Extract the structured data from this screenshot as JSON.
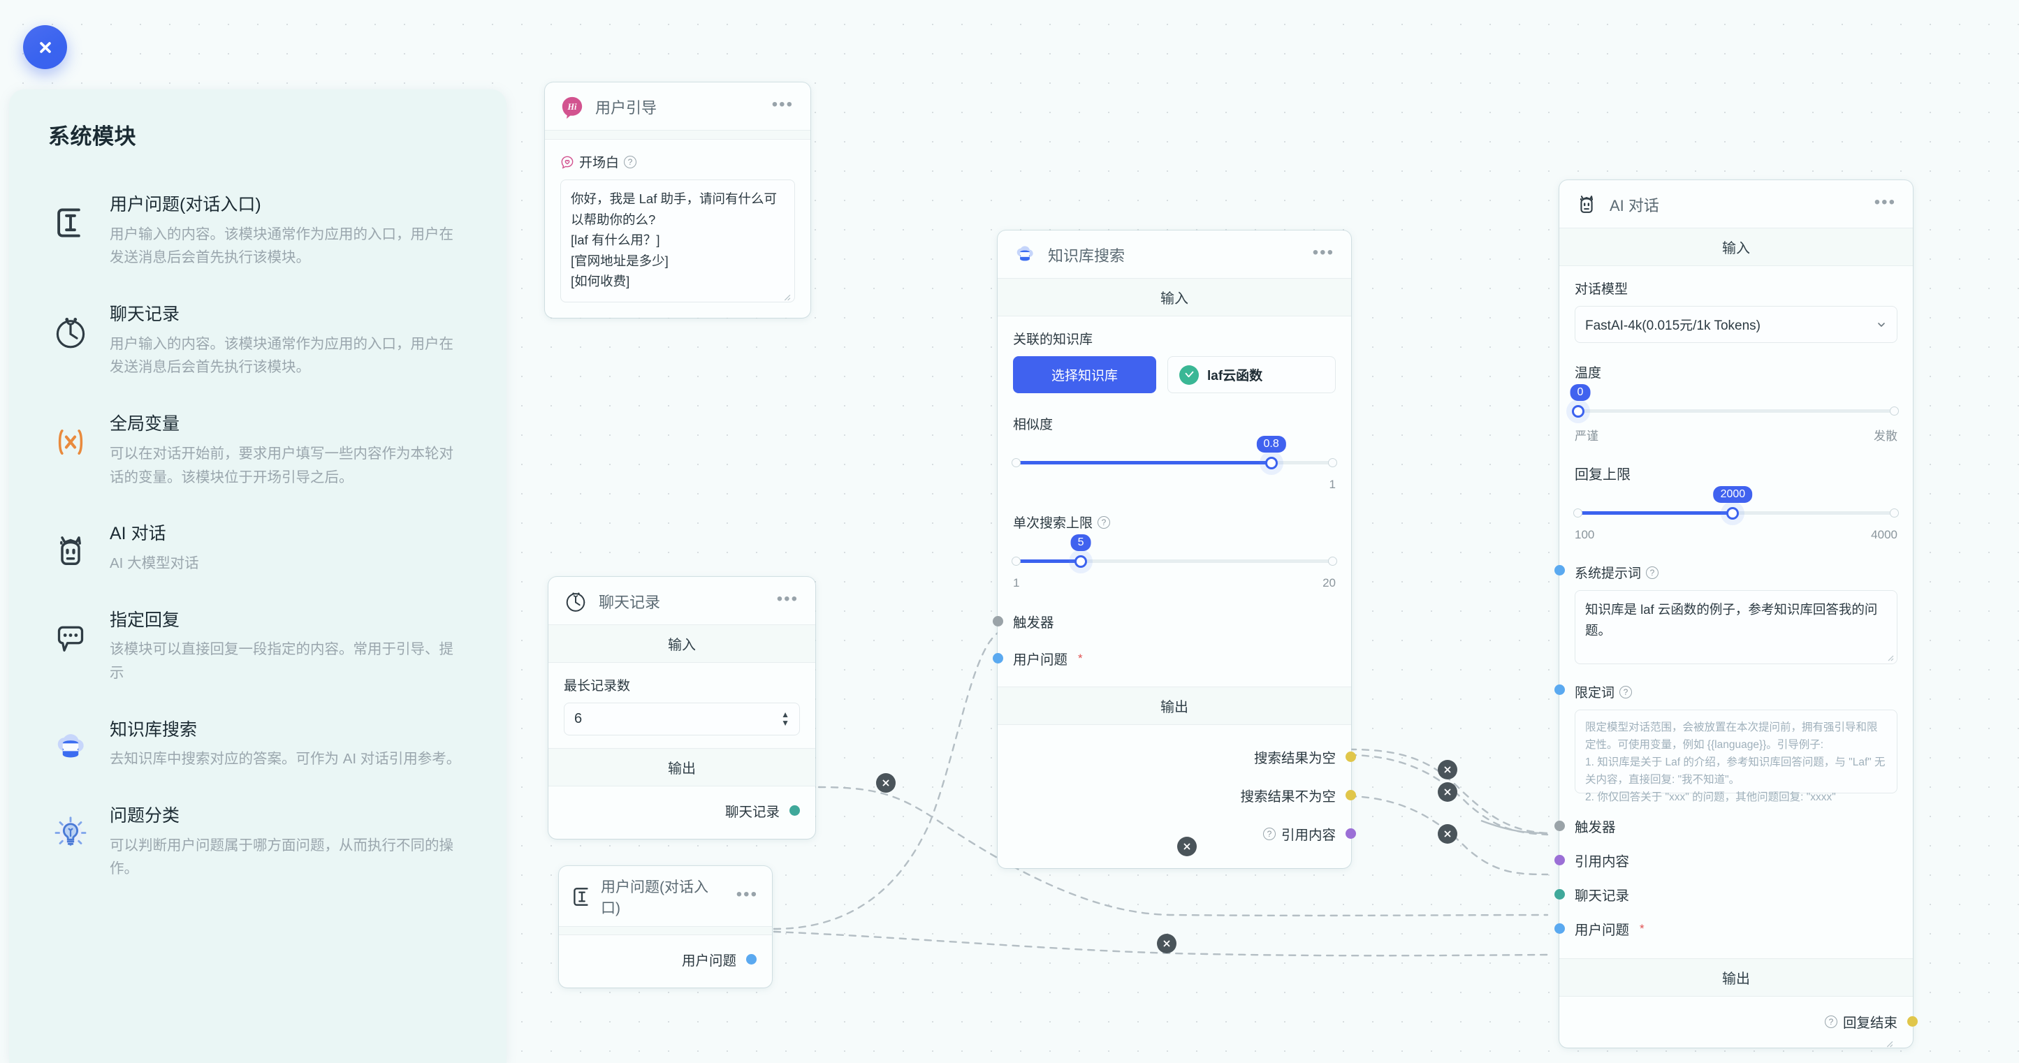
{
  "close_button": {
    "icon": "close-icon"
  },
  "sidebar": {
    "title": "系统模块",
    "items": [
      {
        "icon": "text-cursor-icon",
        "name": "用户问题(对话入口)",
        "desc": "用户输入的内容。该模块通常作为应用的入口，用户在发送消息后会首先执行该模块。"
      },
      {
        "icon": "clock-icon",
        "name": "聊天记录",
        "desc": "用户输入的内容。该模块通常作为应用的入口，用户在发送消息后会首先执行该模块。"
      },
      {
        "icon": "variable-x-icon",
        "name": "全局变量",
        "desc": "可以在对话开始前，要求用户填写一些内容作为本轮对话的变量。该模块位于开场引导之后。"
      },
      {
        "icon": "robot-icon",
        "name": "AI 对话",
        "desc": "AI 大模型对话"
      },
      {
        "icon": "chat-bubble-icon",
        "name": "指定回复",
        "desc": "该模块可以直接回复一段指定的内容。常用于引导、提示"
      },
      {
        "icon": "database-cloud-icon",
        "name": "知识库搜索",
        "desc": "去知识库中搜索对应的答案。可作为 AI 对话引用参考。"
      },
      {
        "icon": "lightbulb-icon",
        "name": "问题分类",
        "desc": "可以判断用户问题属于哪方面问题，从而执行不同的操作。"
      }
    ]
  },
  "nodes": {
    "user_guide": {
      "title": "用户引导",
      "avatar_text": "Hi",
      "avatar_icon": "hi-bubble-icon",
      "more_icon": "more-dots-icon",
      "field_label": "开场白",
      "field_icon": "heart-bubble-icon",
      "help_icon": "question-mark-icon",
      "value": "你好，我是 Laf 助手，请问有什么可以帮助你的么?\n[laf 有什么用？]\n[官网地址是多少]\n[如何收费]"
    },
    "chat_history": {
      "title": "聊天记录",
      "icon": "clock-icon",
      "more_icon": "more-dots-icon",
      "input_band": "输入",
      "output_band": "输出",
      "field_label": "最长记录数",
      "field_value": "6",
      "output_port": "聊天记录"
    },
    "user_question": {
      "title": "用户问题(对话入口)",
      "icon": "text-cursor-icon",
      "more_icon": "more-dots-icon",
      "output_port": "用户问题"
    },
    "kb_search": {
      "title": "知识库搜索",
      "icon": "database-cloud-icon",
      "more_icon": "more-dots-icon",
      "input_band": "输入",
      "output_band": "输出",
      "kb_label": "关联的知识库",
      "kb_select_button": "选择知识库",
      "kb_tag": "laf云函数",
      "kb_tag_icon": "laf-icon",
      "similarity_label": "相似度",
      "similarity_value": "0.8",
      "similarity_min": "",
      "similarity_max": "1",
      "similarity_pct": 80,
      "limit_label": "单次搜索上限",
      "limit_help": "question-mark-icon",
      "limit_value": "5",
      "limit_min": "1",
      "limit_max": "20",
      "limit_pct": 21,
      "inputs": [
        {
          "label": "触发器",
          "color": "#9aa3a8",
          "required": false
        },
        {
          "label": "用户问题",
          "color": "#5aa9f0",
          "required": true
        }
      ],
      "outputs": [
        {
          "label": "搜索结果为空",
          "color": "#e0c64a",
          "help": false
        },
        {
          "label": "搜索结果不为空",
          "color": "#e0c64a",
          "help": false
        },
        {
          "label": "引用内容",
          "color": "#9b6fd6",
          "help": true
        }
      ]
    },
    "ai_chat": {
      "title": "AI 对话",
      "icon": "robot-icon",
      "more_icon": "more-dots-icon",
      "input_band": "输入",
      "output_band": "输出",
      "model_label": "对话模型",
      "model_value": "FastAI-4k(0.015元/1k Tokens)",
      "temp_label": "温度",
      "temp_value": "0",
      "temp_left": "严谨",
      "temp_right": "发散",
      "temp_pct": 0,
      "max_label": "回复上限",
      "max_value": "2000",
      "max_min": "100",
      "max_max": "4000",
      "max_pct": 49,
      "system_label": "系统提示词",
      "system_help": "question-mark-icon",
      "system_value": "知识库是 laf 云函数的例子，参考知识库回答我的问题。",
      "qualifier_label": "限定词",
      "qualifier_help": "question-mark-icon",
      "qualifier_placeholder": "限定模型对话范围，会被放置在本次提问前，拥有强引导和限定性。可使用变量，例如 {{language}}。引导例子:\n1. 知识库是关于 Laf 的介绍，参考知识库回答问题，与 \"Laf\" 无关内容，直接回复: \"我不知道\"。\n2. 你仅回答关于 \"xxx\" 的问题，其他问题回复: \"xxxx\"",
      "inputs": [
        {
          "label": "触发器",
          "color": "#9aa3a8",
          "required": false
        },
        {
          "label": "引用内容",
          "color": "#9b6fd6",
          "required": false
        },
        {
          "label": "聊天记录",
          "color": "#3fa89a",
          "required": false
        },
        {
          "label": "用户问题",
          "color": "#5aa9f0",
          "required": true
        }
      ],
      "outputs": [
        {
          "label": "回复结束",
          "color": "#e0c64a",
          "help": true
        }
      ]
    }
  },
  "colors": {
    "accent": "#4062ef",
    "sidebar_bg": "#eaf6f5",
    "canvas_bg": "#f6fbfb",
    "pink": "#d2538f",
    "green": "#3ab795"
  }
}
